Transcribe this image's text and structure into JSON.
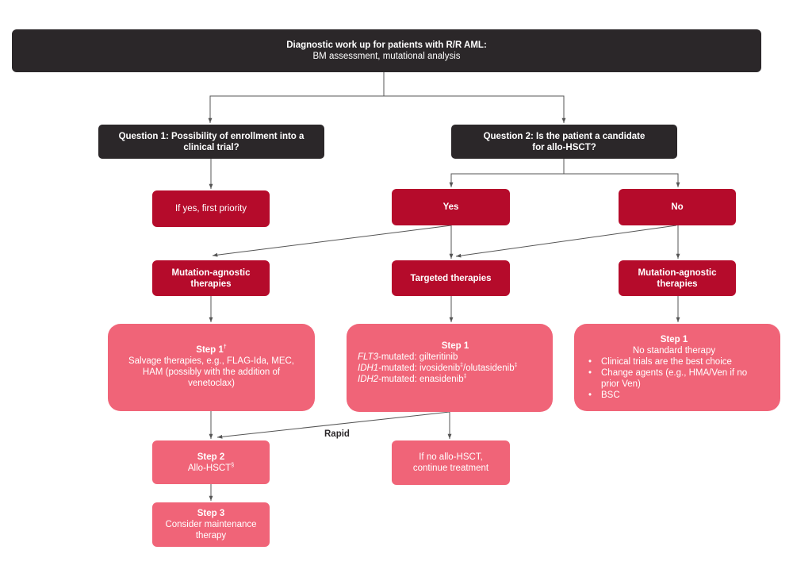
{
  "header": {
    "title": "Diagnostic work up for patients with R/R AML:",
    "subtitle": "BM assessment, mutational analysis"
  },
  "question1": "Question 1: Possibility of enrollment into a clinical trial?",
  "question2": "Question 2: Is the patient a candidate for allo-HSCT?",
  "trial_first": "If yes, first priority",
  "yes": "Yes",
  "no": "No",
  "agnostic_left": "Mutation-agnostic therapies",
  "targeted": "Targeted therapies",
  "agnostic_right": "Mutation-agnostic therapies",
  "step1_left": {
    "title": "Step 1",
    "title_mark": "†",
    "body": "Salvage therapies, e.g., FLAG-Ida, MEC, HAM (possibly with the addition of venetoclax)"
  },
  "step1_mid": {
    "title": "Step 1",
    "flt3_gene": "FLT3",
    "flt3_text": "-mutated: gilteritinib",
    "idh1_gene": "IDH1",
    "idh1_text_a": "-mutated: ivosidenib",
    "idh1_mark_a": "‡",
    "idh1_text_b": "/olutasidenib",
    "idh1_mark_b": "‡",
    "idh2_gene": "IDH2",
    "idh2_text": "-mutated: enasidenib",
    "idh2_mark": "‡"
  },
  "step1_right": {
    "title": "Step 1",
    "subtitle": "No standard therapy",
    "bullets": [
      "Clinical trials are the best choice",
      "Change agents (e.g., HMA/Ven if no prior Ven)",
      "BSC"
    ]
  },
  "rapid_label": "Rapid",
  "step2": {
    "title": "Step 2",
    "body": "Allo-HSCT",
    "mark": "§"
  },
  "no_allo": "If no allo-HSCT, continue treatment",
  "step3": {
    "title": "Step 3",
    "body": "Consider maintenance therapy"
  },
  "colors": {
    "dark": "#2b2729",
    "red": "#b50b2b",
    "pink": "#f06478",
    "connector": "#555555"
  }
}
